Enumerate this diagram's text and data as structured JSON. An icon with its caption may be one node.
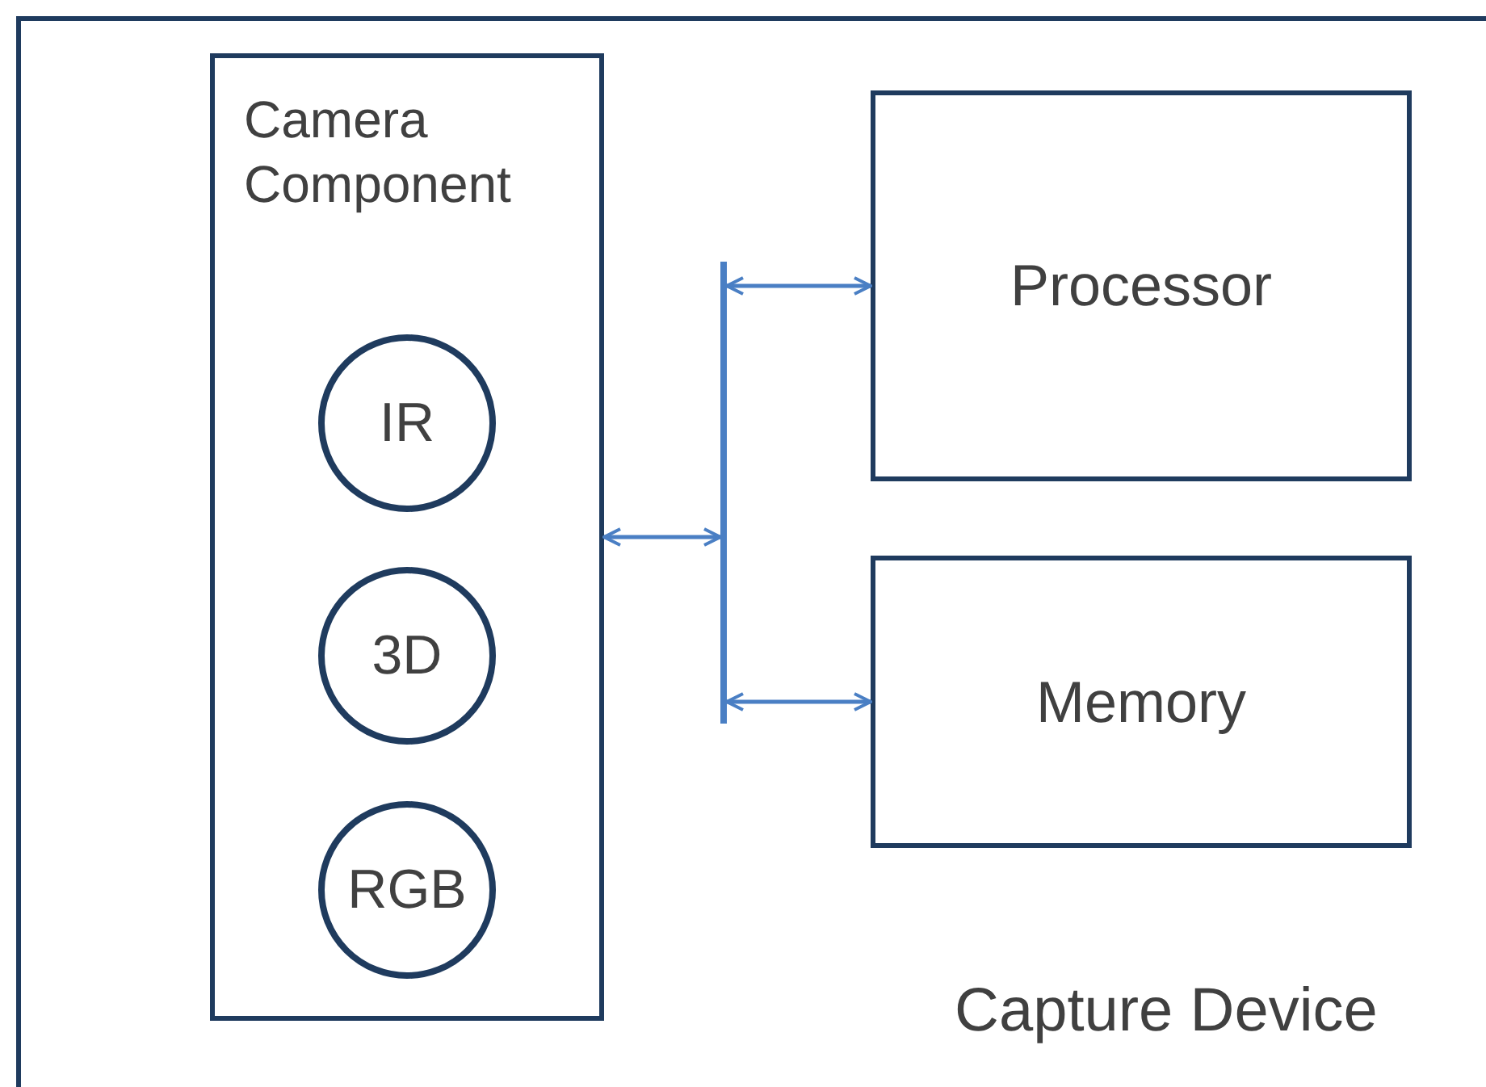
{
  "diagram": {
    "nodes": [
      {
        "text": [
          "Capture Device"
        ]
      },
      {
        "text": [
          "Camera Component"
        ],
        "in": 0
      },
      {
        "text": [
          "IR"
        ],
        "in": 1
      },
      {
        "text": [
          "3D"
        ],
        "in": 1
      },
      {
        "text": [
          "RGB"
        ],
        "in": 1
      },
      {
        "text": [
          "Processor"
        ],
        "in": 0
      },
      {
        "text": [
          "Memory"
        ],
        "in": 0
      },
      {
        "text": [],
        "shape": "bar",
        "in": 0
      }
    ],
    "edges": [
      {
        "from": 1,
        "to": 7,
        "arrow": "both"
      },
      {
        "from": 7,
        "to": 5,
        "arrow": "both"
      },
      {
        "from": 7,
        "to": 6,
        "arrow": "both"
      }
    ]
  }
}
